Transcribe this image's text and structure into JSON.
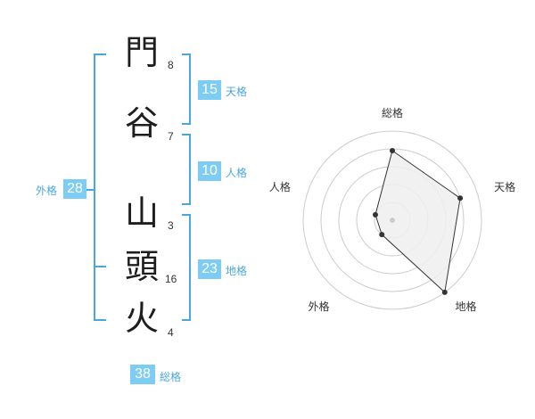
{
  "name_chars": [
    "門",
    "谷",
    "山",
    "頭",
    "火"
  ],
  "strokes": [
    "8",
    "7",
    "3",
    "16",
    "4"
  ],
  "kaku": {
    "tenkaku": {
      "value": "15",
      "label": "天格"
    },
    "jinkaku": {
      "value": "10",
      "label": "人格"
    },
    "chikaku": {
      "value": "23",
      "label": "地格"
    },
    "gaikaku": {
      "value": "28",
      "label": "外格"
    },
    "soukaku": {
      "value": "38",
      "label": "総格"
    }
  },
  "chart_data": {
    "type": "radar",
    "axes": [
      "総格",
      "天格",
      "地格",
      "外格",
      "人格"
    ],
    "values": [
      3.9,
      4.0,
      5.0,
      1.0,
      1.0
    ],
    "range": [
      0,
      5
    ],
    "rings": 5,
    "colors": {
      "fill": "#eeeeee",
      "line": "#333333",
      "ring": "#cccccc",
      "center": "#cccccc"
    }
  }
}
